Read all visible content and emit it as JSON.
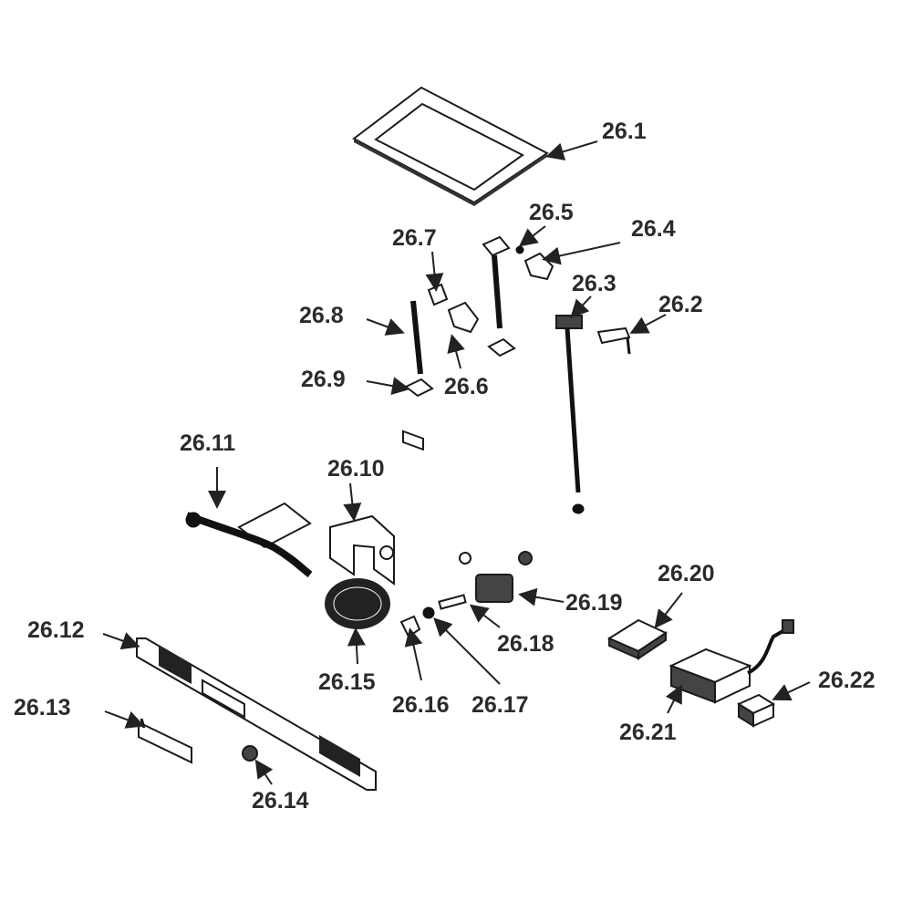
{
  "labels": {
    "p1": "26.1",
    "p2": "26.2",
    "p3": "26.3",
    "p4": "26.4",
    "p5": "26.5",
    "p6": "26.6",
    "p7": "26.7",
    "p8": "26.8",
    "p9": "26.9",
    "p10": "26.10",
    "p11": "26.11",
    "p12": "26.12",
    "p13": "26.13",
    "p14": "26.14",
    "p15": "26.15",
    "p16": "26.16",
    "p17": "26.17",
    "p18": "26.18",
    "p19": "26.19",
    "p20": "26.20",
    "p21": "26.21",
    "p22": "26.22"
  }
}
